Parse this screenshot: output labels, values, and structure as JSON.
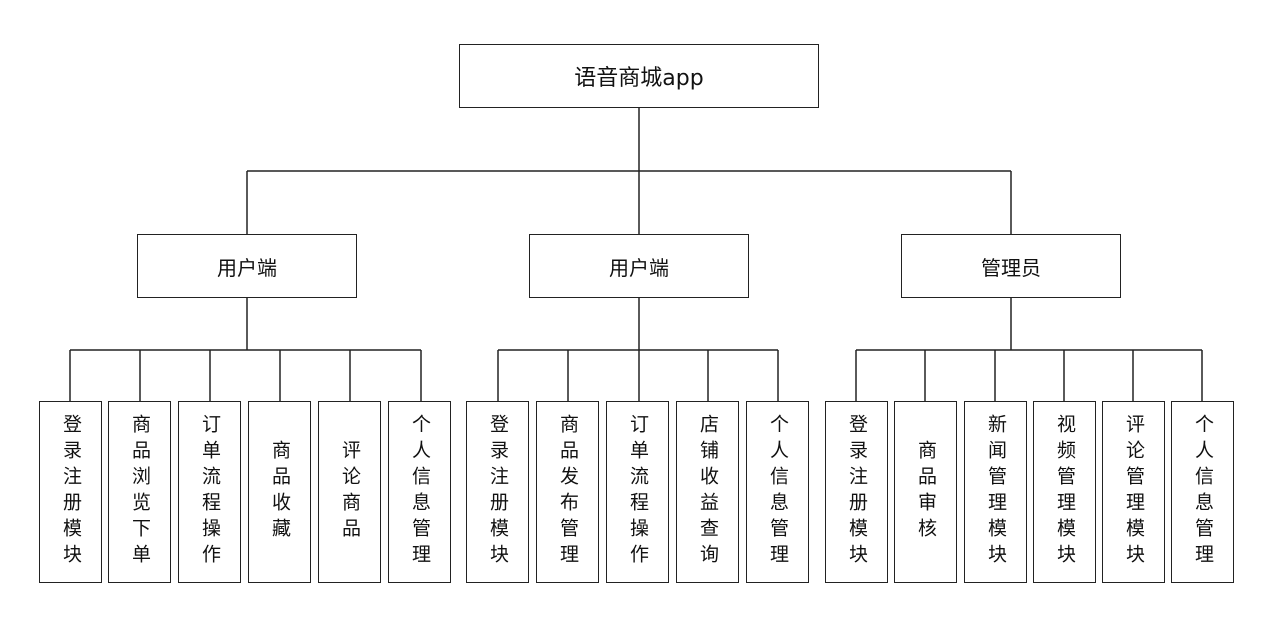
{
  "root": {
    "label": "语音商城app"
  },
  "branches": [
    {
      "label": "用户端",
      "modules": [
        "登录注册模块",
        "商品浏览下单",
        "订单流程操作",
        "商品收藏",
        "评论商品",
        "个人信息管理"
      ]
    },
    {
      "label": "用户端",
      "modules": [
        "登录注册模块",
        "商品发布管理",
        "订单流程操作",
        "店铺收益查询",
        "个人信息管理"
      ]
    },
    {
      "label": "管理员",
      "modules": [
        "登录注册模块",
        "商品审核",
        "新闻管理模块",
        "视频管理模块",
        "评论管理模块",
        "个人信息管理"
      ]
    }
  ]
}
